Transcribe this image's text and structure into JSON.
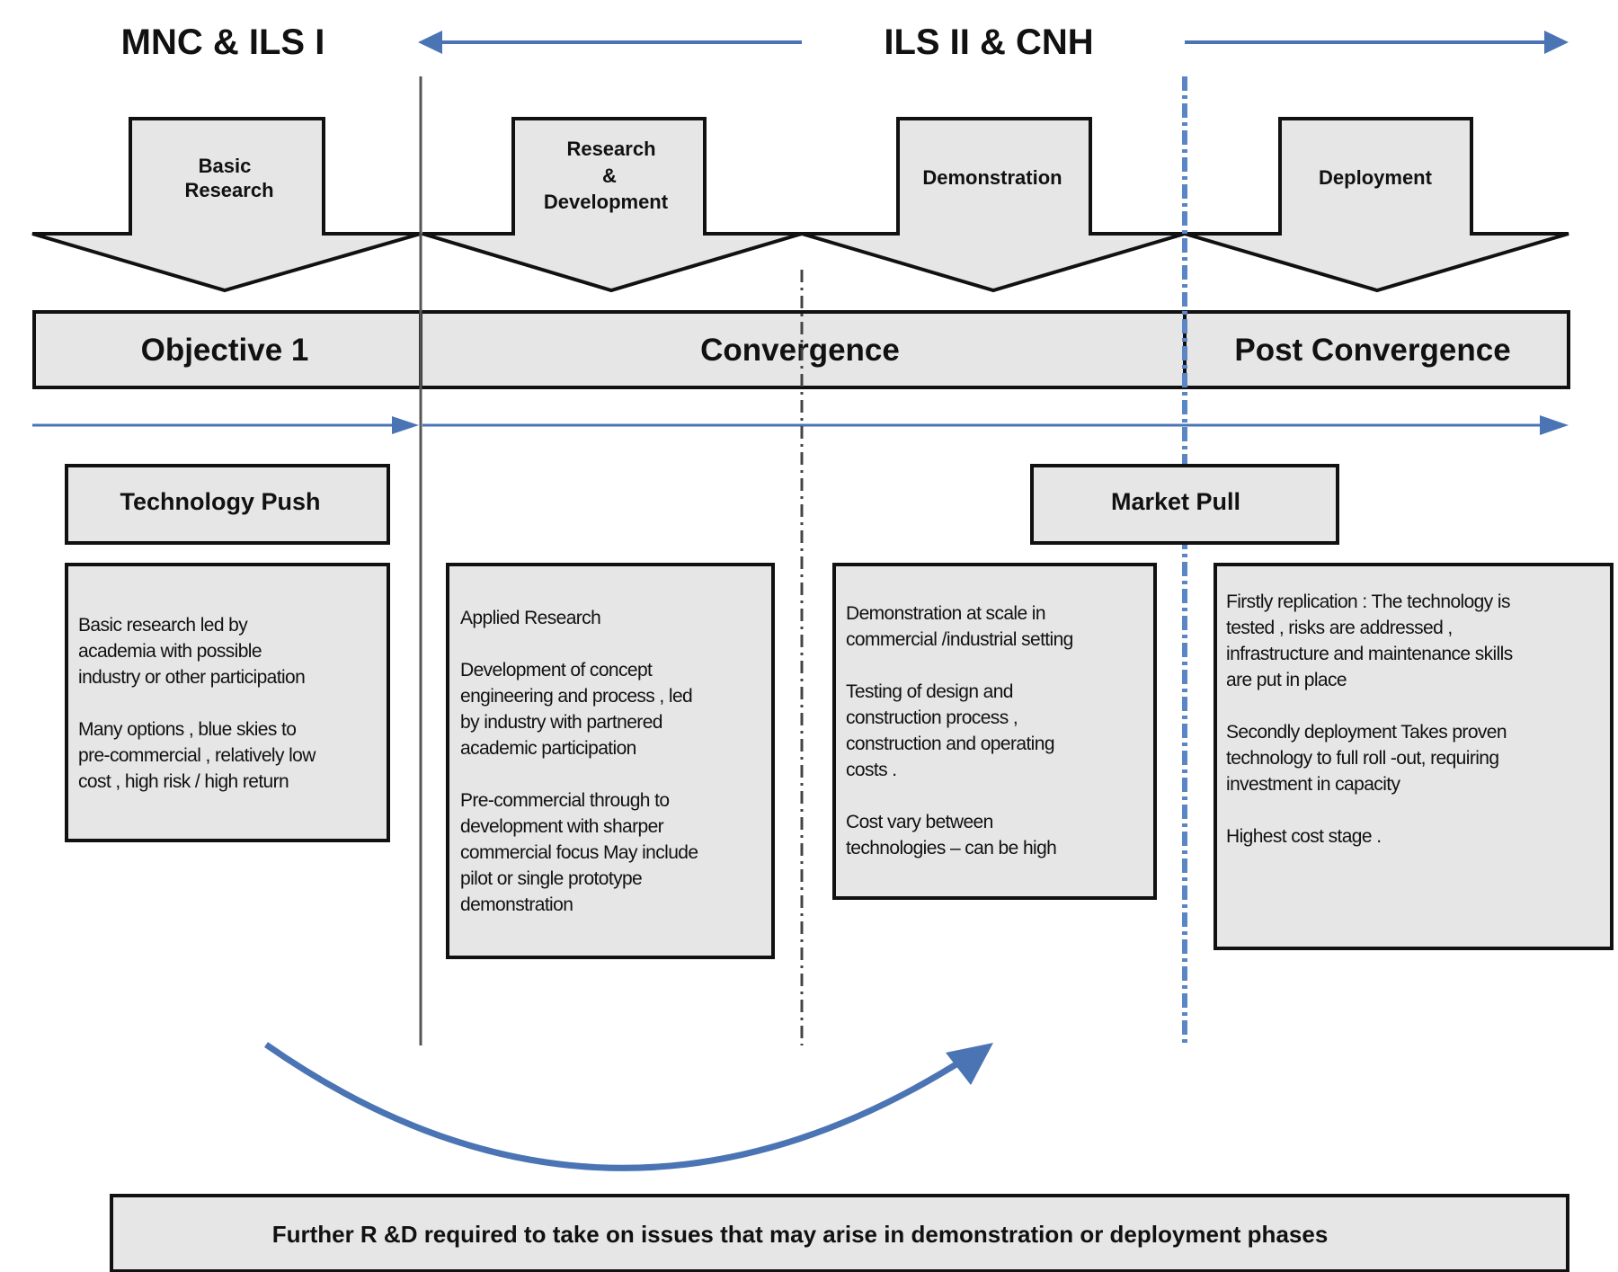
{
  "header": {
    "left_label": "MNC & ILS I",
    "right_label": "ILS II & CNH"
  },
  "stages": [
    {
      "id": "basic-research",
      "lines": [
        "Basic",
        "Research"
      ]
    },
    {
      "id": "research-development",
      "lines": [
        "Research",
        "&",
        "Development"
      ]
    },
    {
      "id": "demonstration",
      "lines": [
        "Demonstration"
      ]
    },
    {
      "id": "deployment",
      "lines": [
        "Deployment"
      ]
    }
  ],
  "bands": {
    "objective": "Objective 1",
    "convergence": "Convergence",
    "post_convergence": "Post Convergence"
  },
  "labels": {
    "technology_push": "Technology Push",
    "market_pull": "Market Pull"
  },
  "descriptions": [
    {
      "id": "basic-research-desc",
      "lines": [
        "Basic research led by",
        "academia with possible",
        "industry or other participation",
        "",
        "Many options , blue skies to",
        "pre-commercial , relatively low",
        "cost , high risk / high return"
      ]
    },
    {
      "id": "applied-research-desc",
      "lines": [
        "Applied Research",
        "",
        "Development of concept",
        "engineering and process , led",
        "by industry with partnered",
        "academic participation",
        "",
        "Pre-commercial through to",
        "development with sharper",
        "commercial focus     May include",
        "pilot or single prototype",
        "demonstration"
      ]
    },
    {
      "id": "demonstration-desc",
      "lines": [
        "Demonstration at scale in",
        "commercial /industrial setting",
        "",
        "Testing of design and",
        "construction process ,",
        "construction and operating",
        "costs .",
        "",
        "Cost vary between",
        "technologies – can be high"
      ]
    },
    {
      "id": "deployment-desc",
      "lines": [
        "Firstly replication   : The technology is",
        "tested , risks are addressed ,",
        "infrastructure and maintenance skills",
        "are put in place",
        "",
        "Secondly deployment     Takes proven",
        "technology to full roll   -out, requiring",
        "investment in capacity",
        "",
        "Highest cost stage   ."
      ]
    }
  ],
  "footer": {
    "text": "Further R &D required to take on issues that may arise in demonstration or deployment phases"
  },
  "colors": {
    "arrow_blue": "#4a74b4",
    "box_fill": "#e6e6e6",
    "outline": "#111111",
    "divider_blue": "#5b86c6"
  }
}
